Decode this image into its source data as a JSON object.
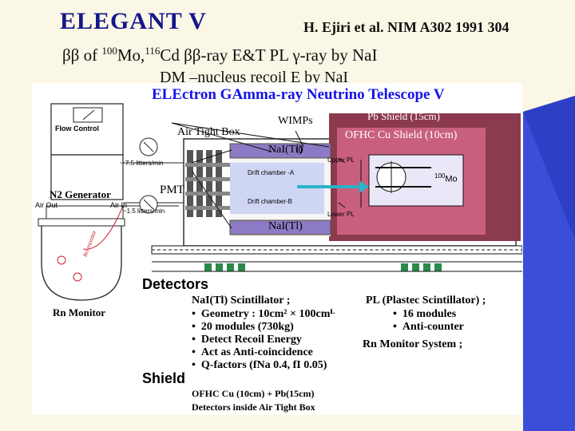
{
  "slide": {
    "title": "ELEGANT V",
    "reference": "H. Ejiri et al.  NIM A302 1991 304",
    "line1_prefix": "ββ of ",
    "line1_mass_mo": "100",
    "line1_mo": "Mo,",
    "line1_mass_cd": "116",
    "line1_rest": "Cd  ββ-ray E&T PL γ-ray by NaI",
    "line2": "DM –nucleus recoil E by NaI"
  },
  "diagram": {
    "banner": "ELEctron GAmma-ray Neutrino Telescope V",
    "flow_control": "Flow Control",
    "n2_generator": "N2 Generator",
    "air_out": "Air Out",
    "air_in": "Air In",
    "flow_rate_top": "~ 7.5 litters/min",
    "flow_rate_bottom": "~1.5 litters/min",
    "air_tight_box": "Air Tight Box",
    "wimps": "WIMPs",
    "pmt": "PMT",
    "pb_shield": "Pb Shield (15cm)",
    "ofhc_shield": "OFHC Cu Shield (10cm)",
    "nai_top": "NaI(Tl)",
    "nai_bottom": "NaI(Tl)",
    "upper_pl": "Upper PL",
    "lower_pl": "Lower PL",
    "drift_chamber_a": "Drift chamber -A",
    "drift_chamber_b": "Drift chamber-B",
    "mo_mass": "100",
    "mo_label": "Mo",
    "rn_monitor": "Rn Monitor",
    "rn_monitor_pipe": "Rn monitor"
  },
  "detectors": {
    "heading": "Detectors",
    "nai_heading": "NaI(Tl) Scintillator ;",
    "nai_items": [
      "Geometry : 10cm² × 100cmᴸ",
      "20 modules (730kg)",
      "Detect Recoil Energy",
      "Act as Anti-coincidence",
      "Q-factors (fNa    0.4, fI    0.05)"
    ],
    "pl_heading": "PL (Plastec Scintillator) ;",
    "pl_items": [
      "16 modules",
      "Anti-counter"
    ],
    "rn_system": "Rn Monitor System ;"
  },
  "shield": {
    "heading": "Shield",
    "line1": "OFHC Cu (10cm) + Pb(15cm)",
    "line2": "Detectors inside Air Tight Box"
  },
  "colors": {
    "title": "#16168c",
    "pb_shield": "#8c3a4e",
    "cu_shield": "#c95f7e",
    "nai": "#8c7ac4",
    "accent_blue": "#1313e8",
    "inner_box": "#e9e7f8",
    "slide_bg": "#fbf7e6"
  },
  "icons": [
    "ellipsis-icon",
    "arrow-icon"
  ]
}
